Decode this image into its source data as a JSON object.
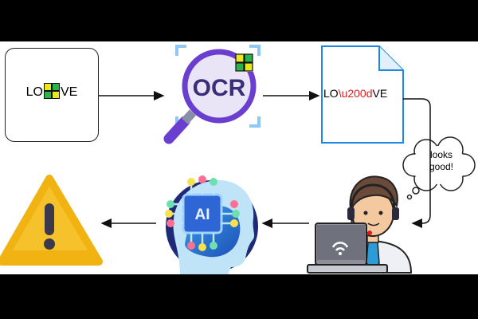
{
  "input_box": {
    "prefix": "LO",
    "suffix": "VE"
  },
  "ocr_label": "OCR",
  "document": {
    "prefix": "LO",
    "escape": "\\u200d",
    "suffix": "VE"
  },
  "speech_bubble": {
    "line1": "looks",
    "line2": "good!"
  },
  "ai_label": "AI",
  "colors": {
    "accent_red": "#e11b1b",
    "doc_blue": "#1e88e5",
    "ocr_purple": "#6a3fd0",
    "warning_yellow": "#f6c22c"
  }
}
